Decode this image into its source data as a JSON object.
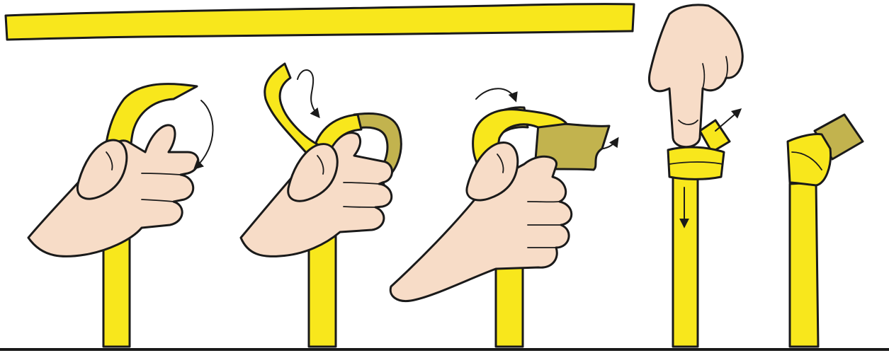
{
  "colors": {
    "strap": "#f8e71c",
    "strap_back": "#c2b34e",
    "skin": "#f7dcc7",
    "ink": "#1a1a1a",
    "background": "#ffffff"
  },
  "steps": [
    {
      "name": "strap-flat",
      "icons": [
        "yellow-strap"
      ]
    },
    {
      "name": "step-1",
      "icons": [
        "hand-icon",
        "yellow-strap",
        "curved-arrow-icon"
      ]
    },
    {
      "name": "step-2",
      "icons": [
        "hand-icon",
        "strap-loop",
        "curved-arrow-icon"
      ]
    },
    {
      "name": "step-3",
      "icons": [
        "hand-icon",
        "strap-loop",
        "curved-arrow-icon",
        "pull-arrow-icon"
      ]
    },
    {
      "name": "step-4",
      "icons": [
        "pointing-hand-icon",
        "knot",
        "up-arrow-icon",
        "down-arrow-icon"
      ]
    },
    {
      "name": "step-5",
      "icons": [
        "finished-knot"
      ]
    }
  ]
}
